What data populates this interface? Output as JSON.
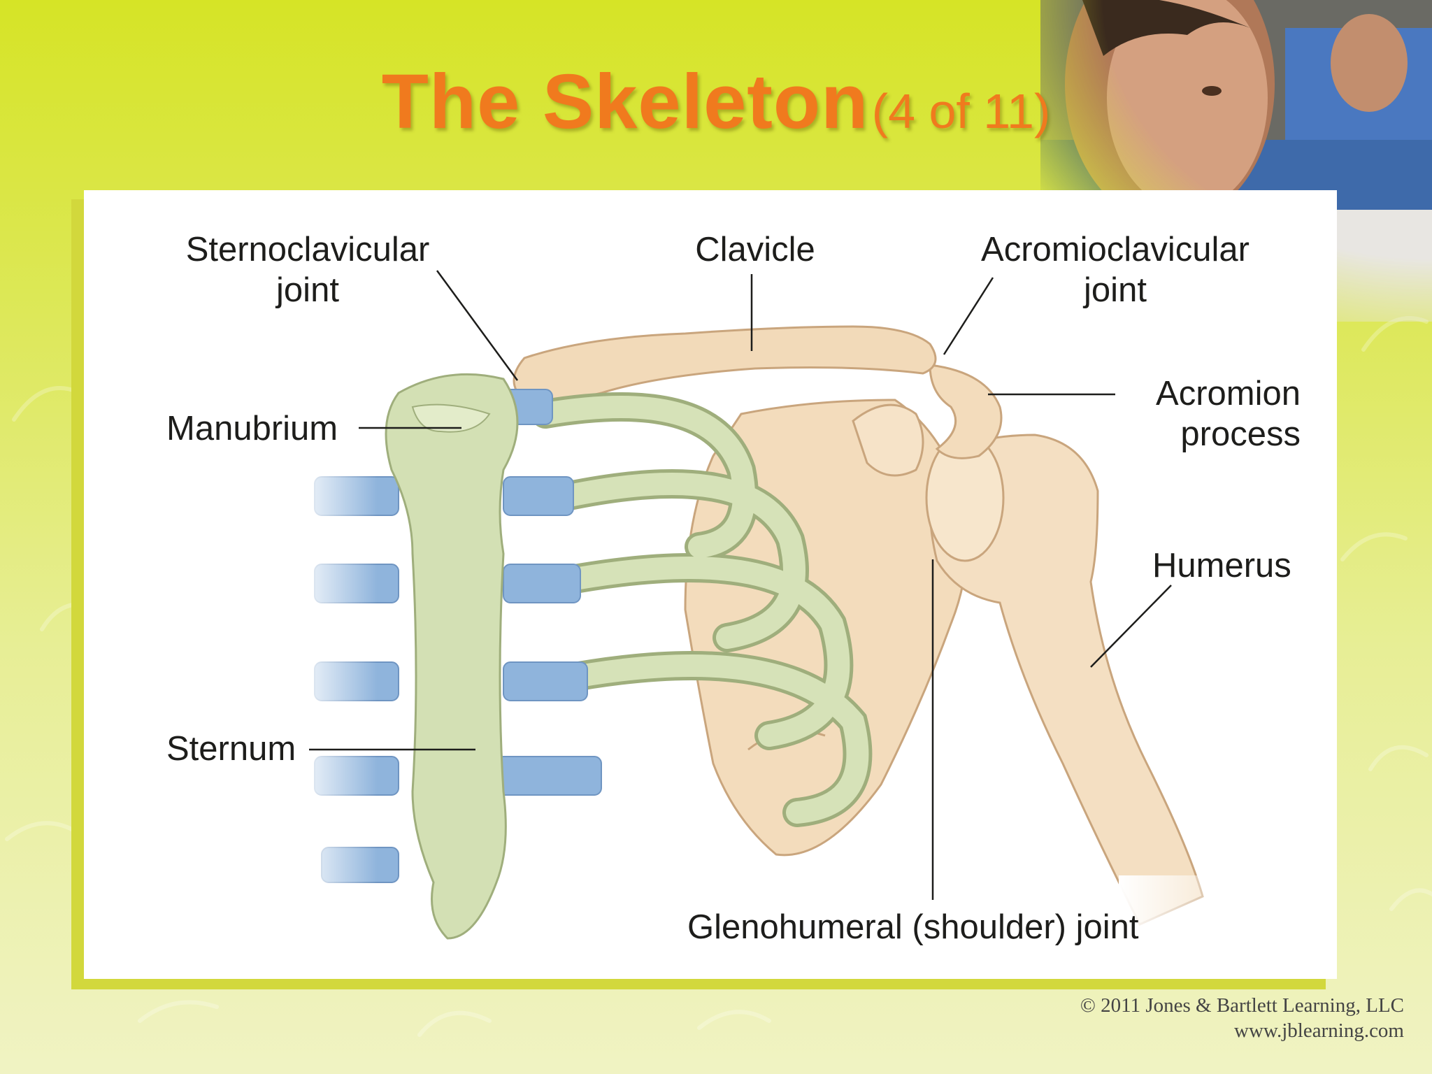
{
  "slide": {
    "title_main": "The Skeleton",
    "title_sub": "(4 of 11)"
  },
  "diagram": {
    "labels": {
      "sternoclavicular": "Sternoclavicular\njoint",
      "clavicle": "Clavicle",
      "acromioclavicular": "Acromioclavicular\njoint",
      "manubrium": "Manubrium",
      "acromion": "Acromion\nprocess",
      "humerus": "Humerus",
      "sternum": "Sternum",
      "glenohumeral": "Glenohumeral (shoulder) joint"
    }
  },
  "footer": {
    "copyright": "© 2011 Jones & Bartlett Learning, LLC",
    "website": "www.jblearning.com"
  },
  "colors": {
    "title": "#f07a1e",
    "bone": "#f3dcbc",
    "rib": "#cfdcae",
    "cartilage": "#8fb4dc",
    "background": "#d6e426"
  }
}
